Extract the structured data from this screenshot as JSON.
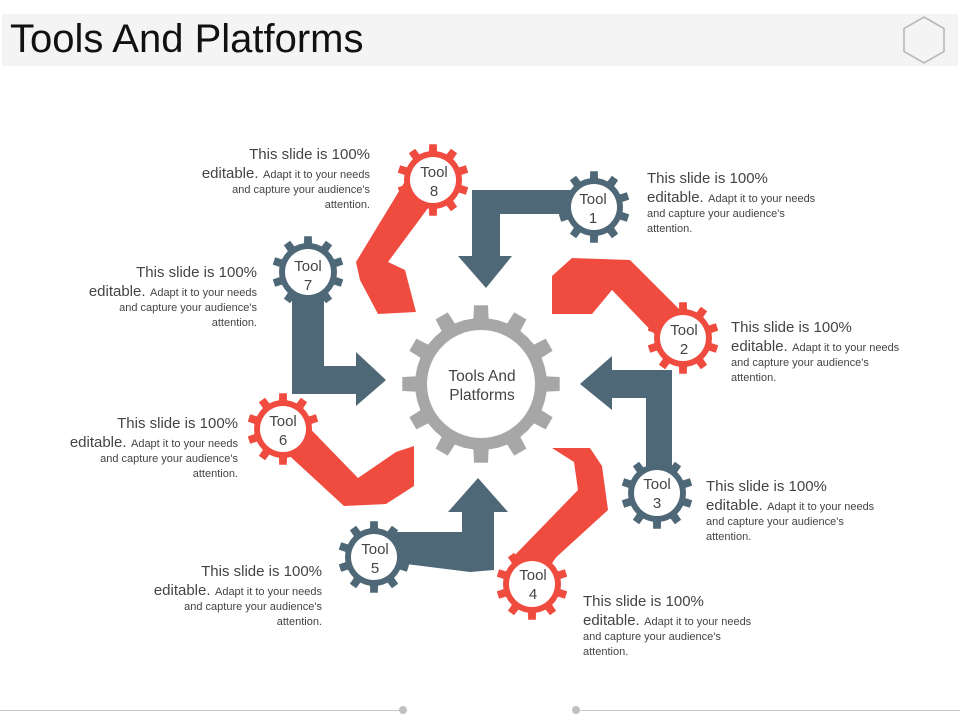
{
  "header": {
    "title": "Tools And Platforms"
  },
  "center": {
    "line1": "Tools And",
    "line2": "Platforms"
  },
  "colors": {
    "slate": "#4f6877",
    "red": "#ef4b3f",
    "gray": "#a7a7a7",
    "text": "#444444"
  },
  "tools": [
    {
      "word": "Tool",
      "num": "1",
      "lead": "This slide is 100%",
      "edit": "editable.",
      "rest": "Adapt it to your needs",
      "line3": "and capture your audience's",
      "line4": "attention."
    },
    {
      "word": "Tool",
      "num": "2",
      "lead": "This slide is 100%",
      "edit": "editable.",
      "rest": "Adapt it to your needs",
      "line3": "and capture your audience's",
      "line4": "attention."
    },
    {
      "word": "Tool",
      "num": "3",
      "lead": "This slide is 100%",
      "edit": "editable.",
      "rest": "Adapt it to your needs",
      "line3": "and capture your audience's",
      "line4": "attention."
    },
    {
      "word": "Tool",
      "num": "4",
      "lead": "This slide is 100%",
      "edit": "editable.",
      "rest": "Adapt it to your needs",
      "line3": "and capture your audience's",
      "line4": "attention."
    },
    {
      "word": "Tool",
      "num": "5",
      "lead": "This slide is 100%",
      "edit": "editable.",
      "rest": "Adapt it to your needs",
      "line3": "and capture your audience's",
      "line4": "attention."
    },
    {
      "word": "Tool",
      "num": "6",
      "lead": "This slide is 100%",
      "edit": "editable.",
      "rest": "Adapt it to your needs",
      "line3": "and capture your audience's",
      "line4": "attention."
    },
    {
      "word": "Tool",
      "num": "7",
      "lead": "This slide is 100%",
      "edit": "editable.",
      "rest": "Adapt it to your needs",
      "line3": "and capture your audience's",
      "line4": "attention."
    },
    {
      "word": "Tool",
      "num": "8",
      "lead": "This slide is 100%",
      "edit": "editable.",
      "rest": "Adapt it to your needs",
      "line3": "and capture your audience's",
      "line4": "attention."
    }
  ]
}
